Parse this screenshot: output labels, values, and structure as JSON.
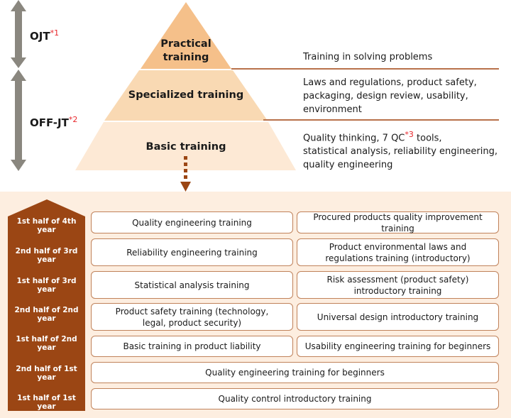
{
  "left_axis": {
    "ojt": {
      "label": "OJT",
      "note": "*1"
    },
    "offjt": {
      "label": "OFF-JT",
      "note": "*2"
    }
  },
  "pyramid": {
    "tiers": [
      {
        "label": "Practical training",
        "line1": "Practical",
        "line2": "training",
        "color": "#f5c08a"
      },
      {
        "label": "Specialized training",
        "color": "#f9d9b3"
      },
      {
        "label": "Basic training",
        "color": "#fde9d5"
      }
    ]
  },
  "descriptions": {
    "practical": "Training in solving problems",
    "specialized_lines": [
      "Laws and regulations, product safety,",
      "packaging, design review, usability,",
      "environment"
    ],
    "basic_line1_pre": "Quality thinking, 7 QC",
    "basic_note": "*3",
    "basic_line1_post": " tools,",
    "basic_lines": [
      "statistical analysis, reliability engineering,",
      "quality engineering"
    ]
  },
  "curriculum": {
    "rows": [
      {
        "period": "1st half of 4th year",
        "left": "Quality engineering training",
        "right": "Procured products quality improvement training"
      },
      {
        "period": "2nd half of 3rd year",
        "left": "Reliability engineering training",
        "right": "Product environmental laws and regulations training (introductory)"
      },
      {
        "period": "1st half of 3rd year",
        "left": "Statistical analysis training",
        "right": "Risk assessment (product safety) introductory training"
      },
      {
        "period": "2nd half of 2nd year",
        "left": "Product safety training (technology, legal, product security)",
        "right": "Universal design introductory training"
      },
      {
        "period": "1st half of 2nd year",
        "left": "Basic training in product liability",
        "right": "Usability engineering training for beginners"
      },
      {
        "period": "2nd half of 1st year",
        "full": "Quality engineering training for beginners"
      },
      {
        "period": "1st half of 1st year",
        "full": "Quality control introductory training"
      }
    ]
  },
  "colors": {
    "accent_brown": "#9b4614",
    "axis_gray": "#8a877f",
    "note_red": "#e8262b",
    "panel_bg": "#fdeee0"
  }
}
